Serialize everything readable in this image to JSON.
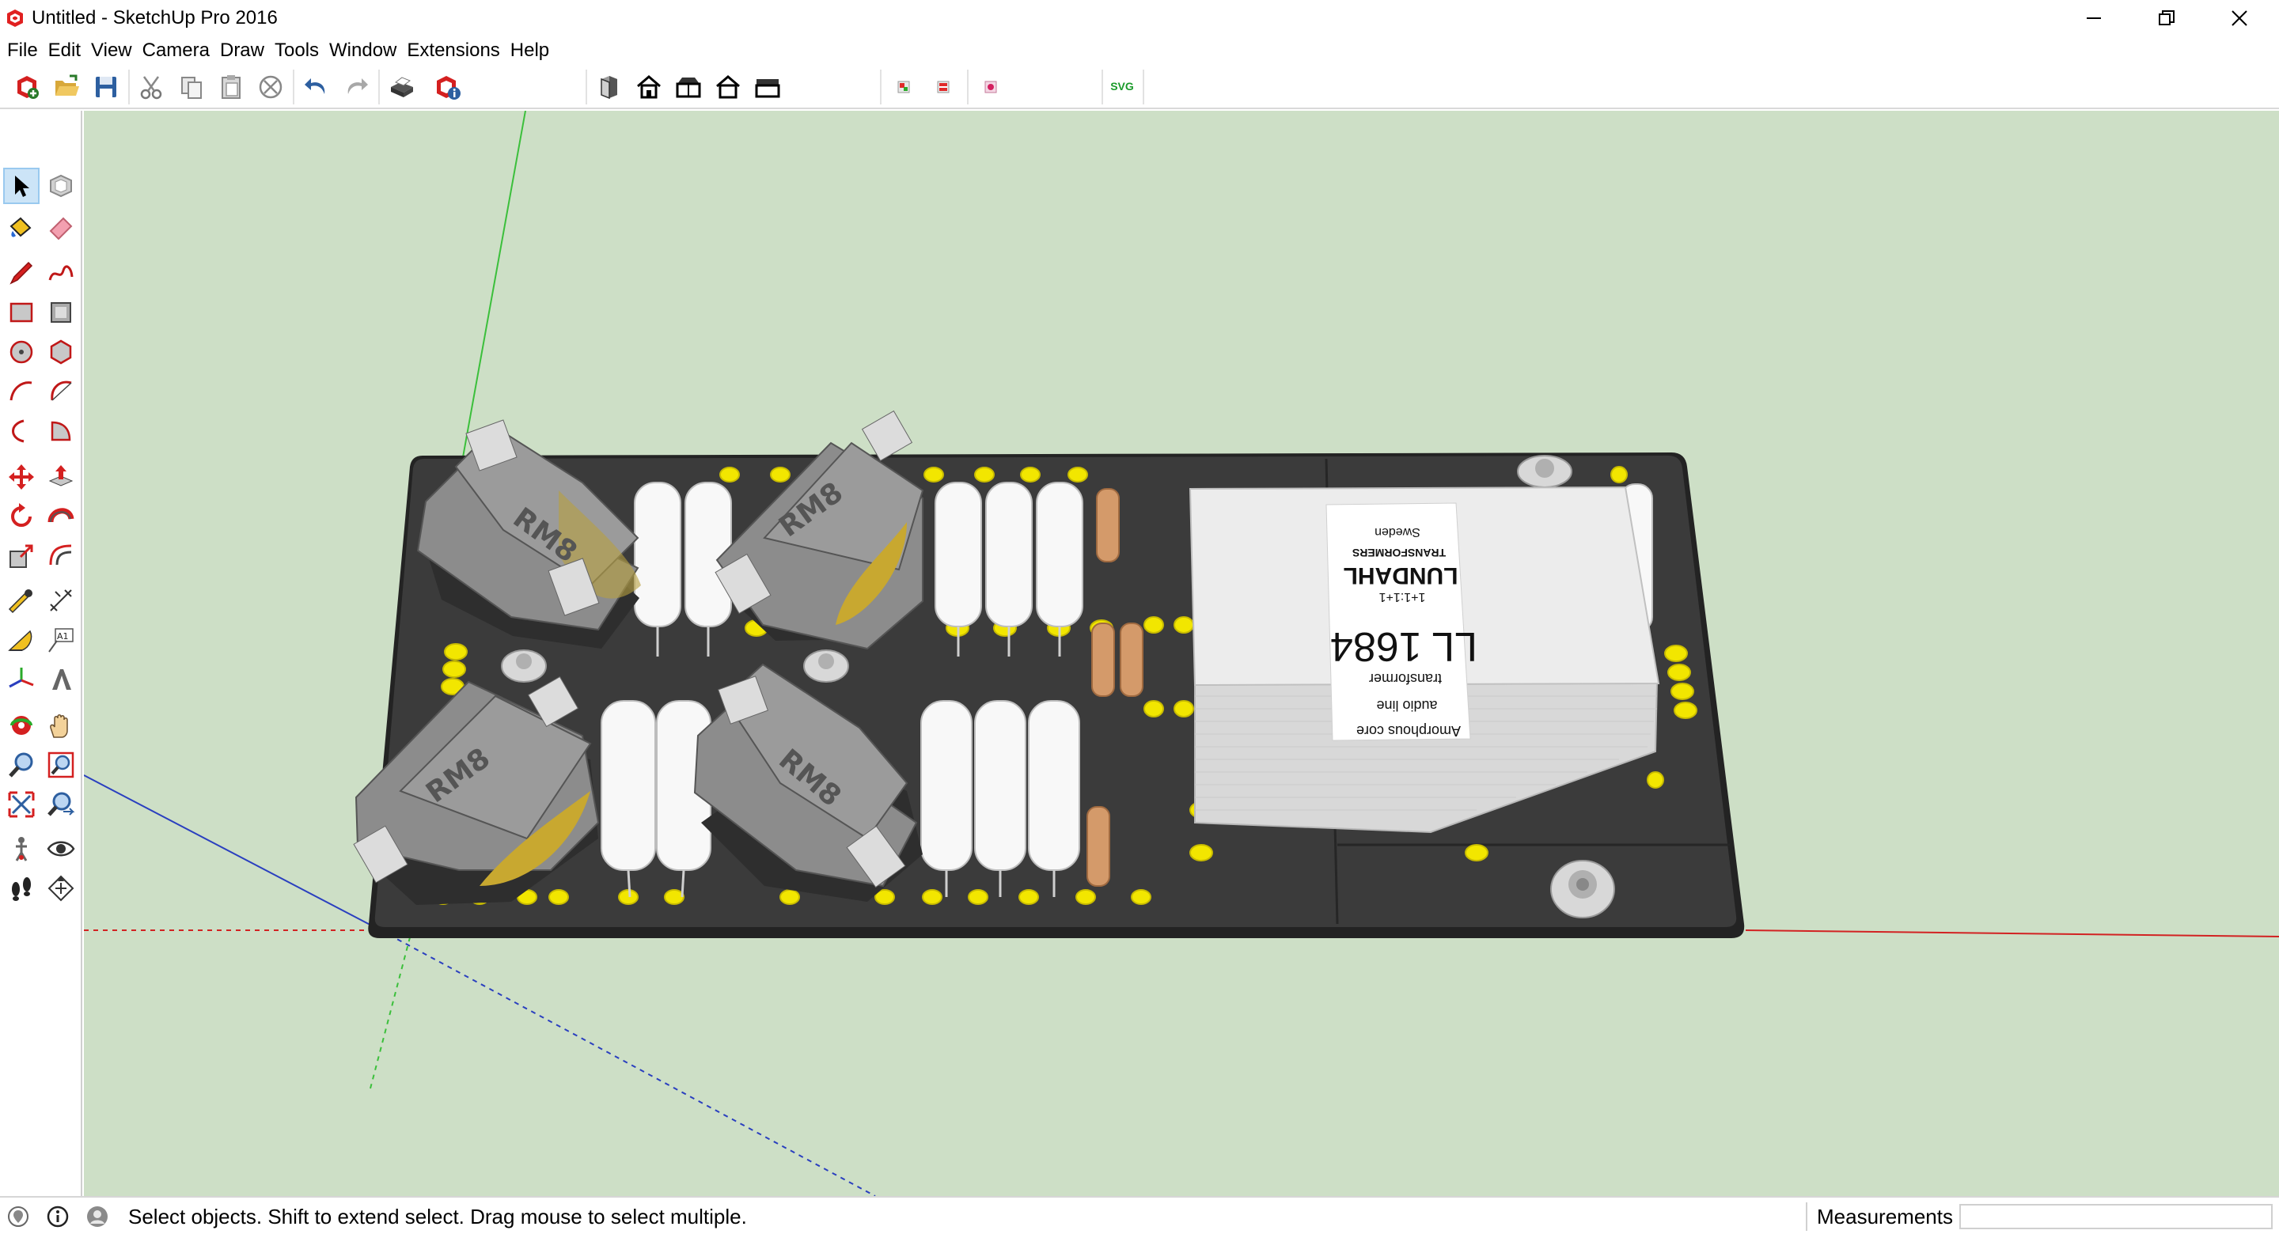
{
  "window": {
    "title": "Untitled - SketchUp Pro 2016",
    "controls": [
      "minimize-icon",
      "restore-icon",
      "close-icon"
    ]
  },
  "menu": {
    "items": [
      "File",
      "Edit",
      "View",
      "Camera",
      "Draw",
      "Tools",
      "Window",
      "Extensions",
      "Help"
    ]
  },
  "toolbar": {
    "groups": [
      [
        "new-model-icon",
        "open-folder-icon",
        "save-icon",
        "cut-icon",
        "copy-icon",
        "paste-icon",
        "erase-icon",
        "undo-icon",
        "redo-icon",
        "print-icon",
        "model-info-icon"
      ],
      [
        "view-iso-icon",
        "view-top-icon",
        "view-front-icon",
        "view-right-icon",
        "view-back-icon"
      ],
      [
        "export-green-icon",
        "export-red-icon",
        "export-pink-icon"
      ],
      [
        "svg-export-icon"
      ]
    ],
    "svg_label": "SVG"
  },
  "left_tools": [
    [
      "select-arrow-icon",
      "make-component-icon"
    ],
    [
      "paint-bucket-icon",
      "eraser-icon"
    ],
    [
      "line-pencil-icon",
      "freehand-icon"
    ],
    [
      "rectangle-icon",
      "rotated-rectangle-icon"
    ],
    [
      "circle-icon",
      "polygon-icon"
    ],
    [
      "arc-icon",
      "two-point-arc-icon"
    ],
    [
      "three-point-arc-icon",
      "pie-icon"
    ],
    [
      "move-icon",
      "push-pull-icon"
    ],
    [
      "rotate-icon",
      "follow-me-icon"
    ],
    [
      "scale-icon",
      "offset-icon"
    ],
    [
      "tape-measure-icon",
      "dimension-icon"
    ],
    [
      "protractor-icon",
      "text-label-icon"
    ],
    [
      "axes-icon",
      "3d-text-icon"
    ],
    [
      "orbit-icon",
      "pan-hand-icon"
    ],
    [
      "zoom-icon",
      "zoom-window-icon"
    ],
    [
      "zoom-extents-icon",
      "zoom-previous-icon"
    ],
    [
      "position-camera-icon",
      "look-around-icon"
    ],
    [
      "walk-icon",
      "section-plane-icon"
    ]
  ],
  "model": {
    "coil_label": "RM8",
    "transformer_label": {
      "line1": "Sweden",
      "line2": "TRANSFORMERS",
      "line3": "LUNDAHL",
      "line4": "1+1:1+1",
      "line5": "LL 1684",
      "line6": "transformer",
      "line7": "audio line",
      "line8": "Amorphous core"
    },
    "colors": {
      "ground": "#cddfc6",
      "board": "#3b3b3b",
      "board_edge": "#232323",
      "pad": "#f2e600",
      "capacitor": "#f8f8f8",
      "resistor": "#d49a6a",
      "coil": "#8c8c8c",
      "transformer": "#ececec",
      "axis_red": "#d22222",
      "axis_green": "#3bbf3b",
      "axis_blue": "#2a3fbf"
    }
  },
  "status": {
    "message": "Select objects. Shift to extend select. Drag mouse to select multiple.",
    "measurements_label": "Measurements",
    "measurements_value": "",
    "icons": [
      "geo-location-icon",
      "credits-info-icon",
      "user-account-icon"
    ]
  }
}
